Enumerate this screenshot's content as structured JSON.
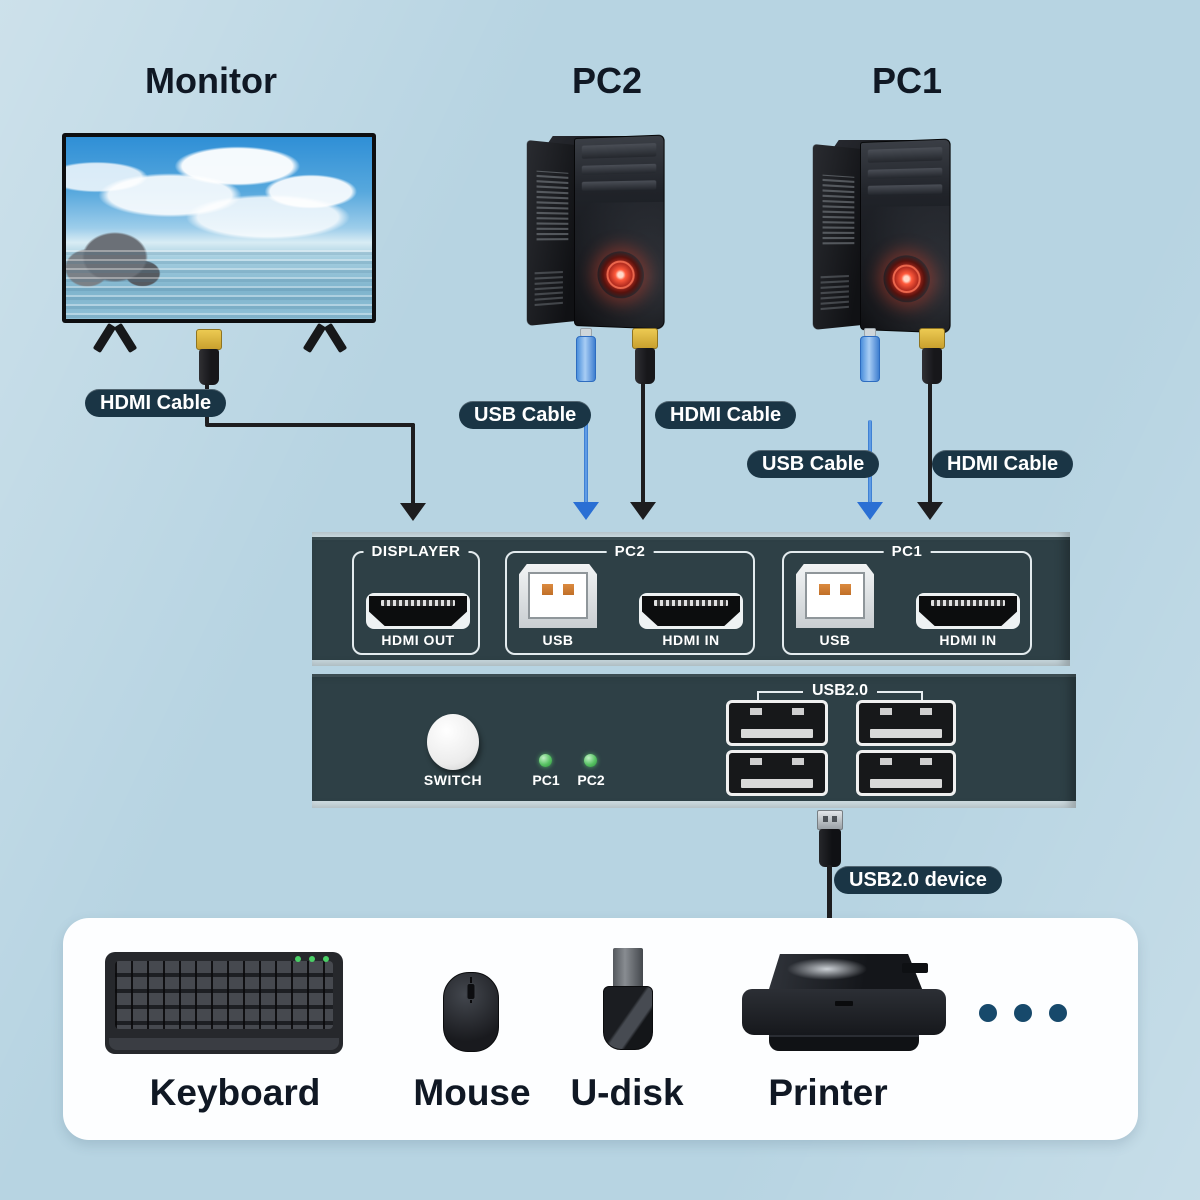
{
  "device_labels": {
    "monitor": "Monitor",
    "pc2": "PC2",
    "pc1": "PC1"
  },
  "cable_labels": {
    "monitor_hdmi": "HDMI Cable",
    "pc2_usb": "USB Cable",
    "pc2_hdmi": "HDMI Cable",
    "pc1_usb": "USB Cable",
    "pc1_hdmi": "HDMI Cable"
  },
  "kvm_top_panel": {
    "displayer": {
      "title": "DISPLAYER",
      "hdmi_label": "HDMI OUT"
    },
    "pc2": {
      "title": "PC2",
      "usb_label": "USB",
      "hdmi_label": "HDMI IN"
    },
    "pc1": {
      "title": "PC1",
      "usb_label": "USB",
      "hdmi_label": "HDMI IN"
    }
  },
  "kvm_front_panel": {
    "switch_button": "SWITCH",
    "led_pc1": "PC1",
    "led_pc2": "PC2",
    "usb_group": "USB2.0"
  },
  "usb_device_label": "USB2.0 device",
  "peripheral_labels": {
    "keyboard": "Keyboard",
    "mouse": "Mouse",
    "udisk": "U-disk",
    "printer": "Printer"
  },
  "colors": {
    "background": "#b7d4e2",
    "label_pill": "#1a3545",
    "kvm_panel_body": "#2e4046",
    "title_text": "#101824",
    "usb_cable_blue": "#3c86e0",
    "hdmi_cable_black": "#1d1d1f",
    "led_green": "#57c263",
    "more_dots": "#17496b",
    "fan_glow_red": "#ff5a3c",
    "white_panel": "#fdfeff"
  }
}
